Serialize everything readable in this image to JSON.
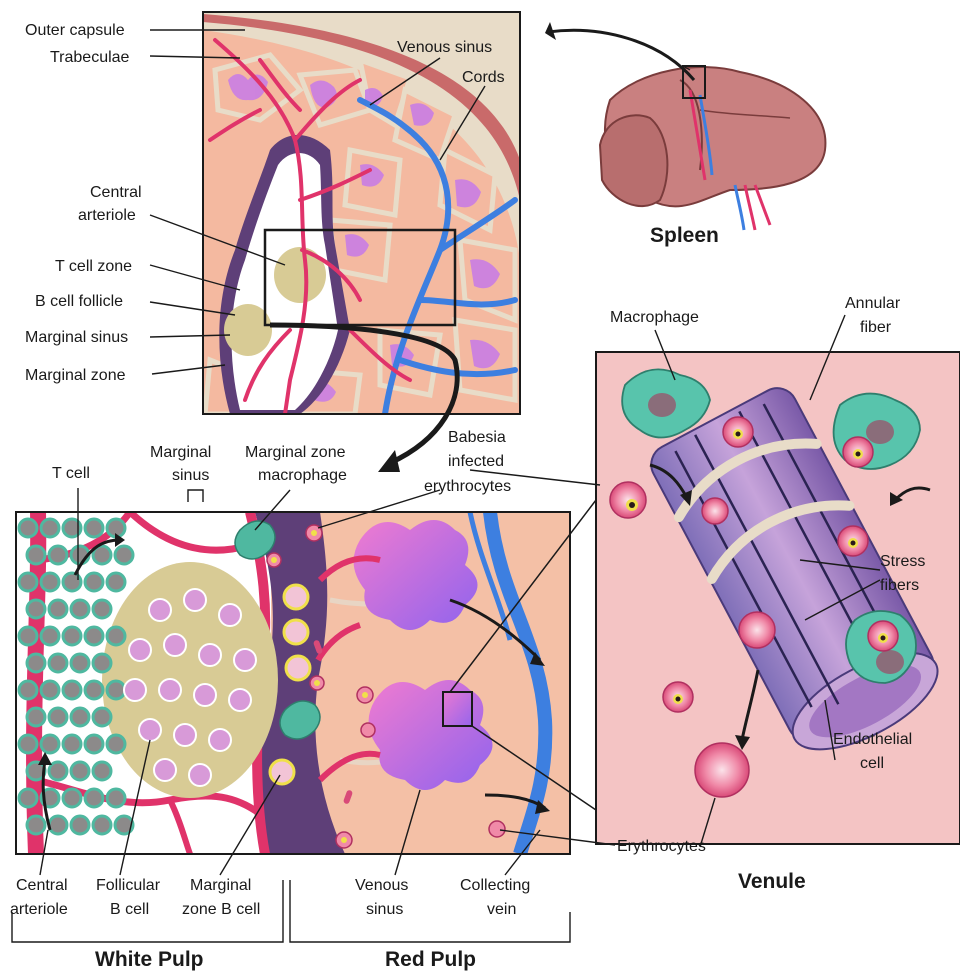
{
  "labels": {
    "outer_capsule": "Outer capsule",
    "trabeculae": "Trabeculae",
    "venous_sinus_top": "Venous sinus",
    "cords": "Cords",
    "central_arteriole_top_1": "Central",
    "central_arteriole_top_2": "arteriole",
    "t_cell_zone": "T cell zone",
    "b_cell_follicle": "B cell follicle",
    "marginal_sinus_top": "Marginal sinus",
    "marginal_zone": "Marginal zone",
    "spleen": "Spleen",
    "t_cell": "T cell",
    "marginal_sinus_1": "Marginal",
    "marginal_sinus_2": "sinus",
    "mz_macrophage_1": "Marginal zone",
    "mz_macrophage_2": "macrophage",
    "babesia_1": "Babesia",
    "babesia_2": "infected",
    "babesia_3": "erythrocytes",
    "macrophage": "Macrophage",
    "annular_1": "Annular",
    "annular_2": "fiber",
    "stress_1": "Stress",
    "stress_2": "fibers",
    "endothelial_1": "Endothelial",
    "endothelial_2": "cell",
    "erythrocytes": "Erythrocytes",
    "venule": "Venule",
    "central_arteriole_bottom_1": "Central",
    "central_arteriole_bottom_2": "arteriole",
    "follicular_1": "Follicular",
    "follicular_2": "B cell",
    "mz_b_cell_1": "Marginal",
    "mz_b_cell_2": "zone B cell",
    "venous_sinus_bottom_1": "Venous",
    "venous_sinus_bottom_2": "sinus",
    "collecting_vein_1": "Collecting",
    "collecting_vein_2": "vein",
    "white_pulp": "White Pulp",
    "red_pulp": "Red Pulp"
  },
  "colors": {
    "capsule": "#c96a6a",
    "capsule_inner": "#eadfca",
    "cord_fill": "#f1b49a",
    "vessel_red": "#e0336a",
    "vein_blue": "#3d7fe0",
    "sinus_purple": "#b46ae8",
    "marginal_zone": "#5e3f78",
    "follicle": "#d8cb95",
    "red_pulp_bg": "#f4c0a6",
    "macrophage_green": "#4fb8a0",
    "venule_bg": "#f4c4c4"
  }
}
